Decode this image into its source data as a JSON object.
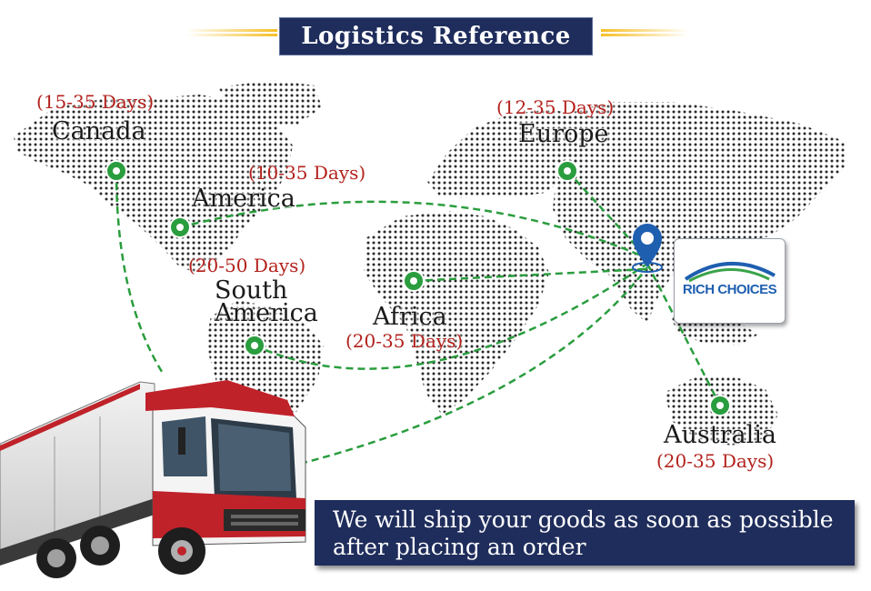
{
  "title": "Logistics Reference",
  "brand": {
    "logo_text": "RICH CHOICES"
  },
  "destinations": [
    {
      "name": "Canada",
      "days": "(15-35 Days)"
    },
    {
      "name": "America",
      "days": "(10-35 Days)"
    },
    {
      "name": "South America",
      "name_line1": "South",
      "name_line2": "America",
      "days": "(20-50 Days)"
    },
    {
      "name": "Africa",
      "days": "(20-35 Days)"
    },
    {
      "name": "Europe",
      "days": "(12-35 Days)"
    },
    {
      "name": "Australia",
      "days": "(20-35 Days)"
    }
  ],
  "banner": {
    "line1": "We will ship your goods as soon as possible",
    "line2": "after placing an order"
  },
  "colors": {
    "title_bg": "#1f2d5c",
    "route_green": "#2a9d3e",
    "days_red": "#b3211c",
    "pin_blue": "#1f5fb0",
    "map_dots": "#2b2b2b"
  },
  "icons": [
    "location-pin-icon",
    "location-dot-icon",
    "truck-illustration",
    "rich-choices-logo"
  ]
}
